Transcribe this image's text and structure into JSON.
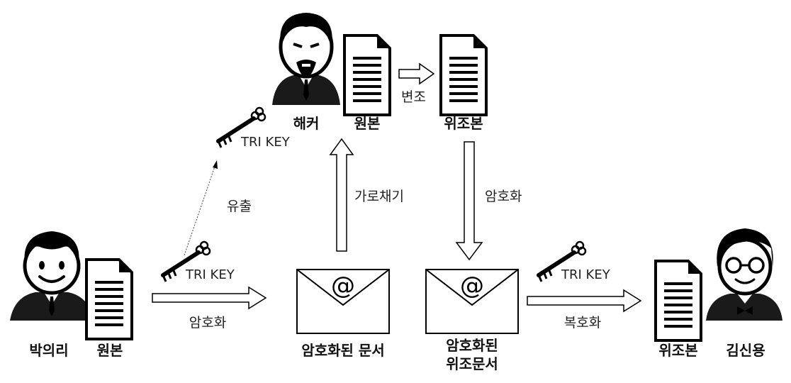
{
  "actors": {
    "sender": "박의리",
    "hacker": "해커",
    "receiver": "김신용"
  },
  "documents": {
    "sender_original": "원본",
    "hacker_original": "원본",
    "hacker_forged": "위조본",
    "receiver_forged": "위조본"
  },
  "envelopes": {
    "encrypted_doc": "암호화된 문서",
    "encrypted_forged_line1": "암호화된",
    "encrypted_forged_line2": "위조문서",
    "symbol": "@"
  },
  "arrows": {
    "encrypt_1": "암호화",
    "intercept": "가로채기",
    "forge": "변조",
    "encrypt_2": "암호화",
    "decrypt": "복호화",
    "leak": "유출"
  },
  "keys": {
    "label_leaked": "TRI KEY",
    "label_sender": "TRI KEY",
    "label_receiver": "TRI KEY"
  }
}
